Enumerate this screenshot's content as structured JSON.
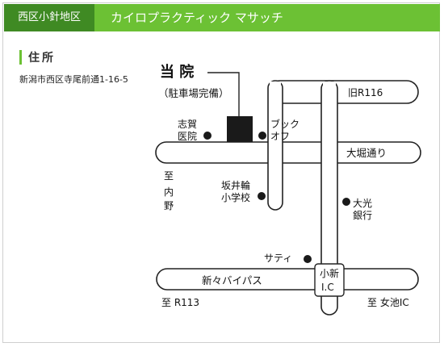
{
  "header": {
    "district": "西区小針地区",
    "clinic_name": "カイロプラクティック マサッチ"
  },
  "address": {
    "heading": "住所",
    "text": "新潟市西区寺尾前通1-16-5"
  },
  "map": {
    "clinic_label": "当 院",
    "parking_label": "（駐車場完備）",
    "road_top": "旧R116",
    "road_mid": "大堀通り",
    "road_bottom": "新々バイパス",
    "landmarks": {
      "shiga_line1": "志賀",
      "shiga_line2": "医院",
      "bookoff_line1": "ブック",
      "bookoff_line2": "オフ",
      "school_line1": "坂井輪",
      "school_line2": "小学校",
      "bank_line1": "大光",
      "bank_line2": "銀行",
      "saty": "サティ",
      "ic_line1": "小新",
      "ic_line2": "I.C"
    },
    "directions": {
      "left_to": "至",
      "left_place1": "内",
      "left_place2": "野",
      "bottom_left": "至 R113",
      "bottom_right": "至 女池IC"
    },
    "colors": {
      "header_green": "#6cc134",
      "header_dark": "#3f8a23",
      "marker": "#1a1a1a"
    }
  }
}
